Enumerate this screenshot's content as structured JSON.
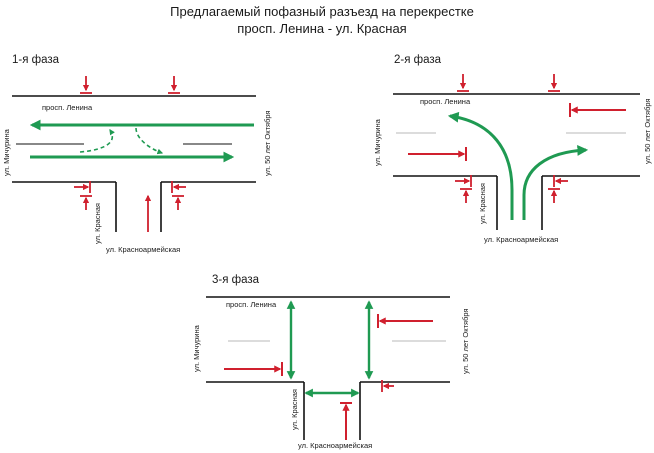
{
  "title": {
    "line1": "Предлагаемый пофазный разъезд на перекрестке",
    "line2": "просп. Ленина - ул. Красная"
  },
  "streets": {
    "lenina": "просп. Ленина",
    "michurina": "ул. Мичурина",
    "october": "ул. 50 лет Октября",
    "krasnaya": "ул. Красная",
    "krasnoarmeyskaya": "ул. Красноармейская"
  },
  "phases": [
    {
      "label": "1-я фаза"
    },
    {
      "label": "2-я фаза"
    },
    {
      "label": "3-я фаза"
    }
  ],
  "colors": {
    "green": "#1f9a52",
    "red": "#d0202e",
    "road": "#111111",
    "divider": "#c8c8c8"
  }
}
